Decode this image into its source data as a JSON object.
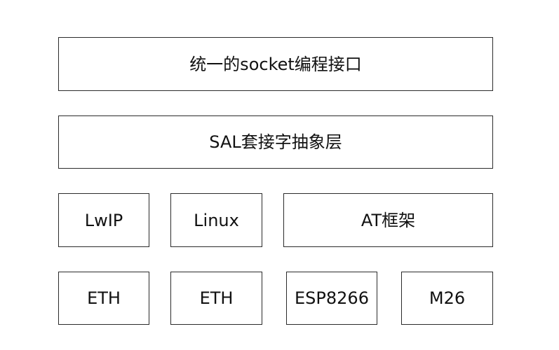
{
  "layers": {
    "socket_api": {
      "label": "统一的socket编程接口"
    },
    "sal": {
      "label": "SAL套接字抽象层"
    },
    "stacks": {
      "lwip": "LwIP",
      "linux": "Linux",
      "at": "AT框架"
    },
    "hardware": {
      "eth_1": "ETH",
      "eth_2": "ETH",
      "esp8266": "ESP8266",
      "m26": "M26"
    }
  },
  "colors": {
    "border": "#2b2b2b",
    "background": "#ffffff",
    "text": "#111111"
  }
}
